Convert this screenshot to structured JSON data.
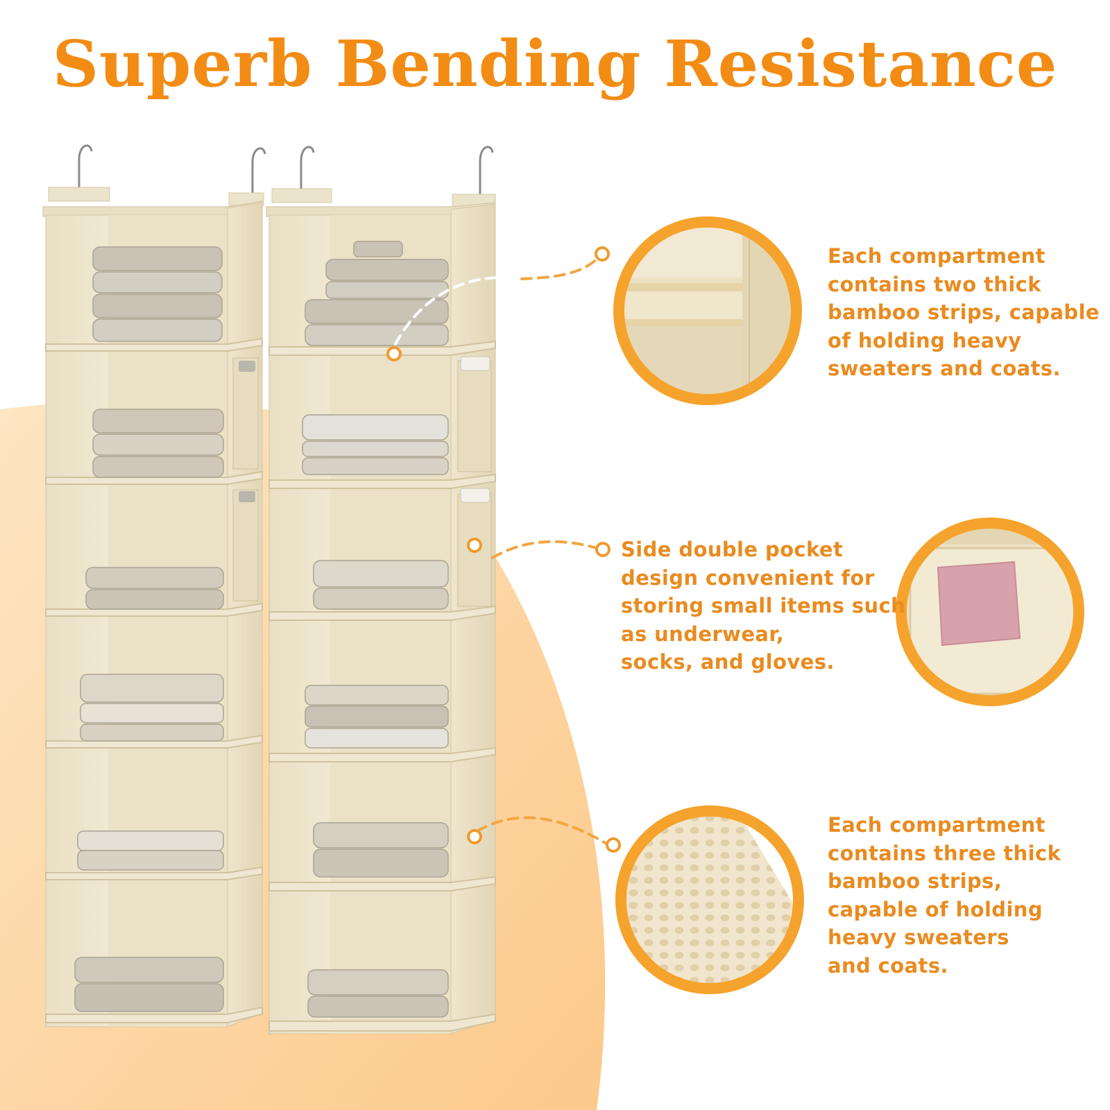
{
  "headline": "Superb Bending Resistance",
  "colors": {
    "accent": "#f28c14",
    "text_orange": "#e98b1f",
    "peach_background": "#fdd9a8",
    "organizer_beige": "#efe6cf"
  },
  "callouts": [
    {
      "lines": [
        "Each compartment",
        "contains two thick",
        "bamboo strips, capable",
        "of holding heavy",
        "sweaters and coats."
      ]
    },
    {
      "lines": [
        "Side double pocket",
        "design convenient for",
        "storing small items such",
        "as underwear,",
        "socks, and gloves."
      ]
    },
    {
      "lines": [
        "Each compartment",
        "contains three thick",
        "bamboo strips,",
        "capable of holding",
        "heavy sweaters",
        "and coats."
      ]
    }
  ],
  "product": {
    "organizers": [
      {
        "name": "left-organizer",
        "shelves": 6
      },
      {
        "name": "right-organizer",
        "shelves": 6
      }
    ],
    "hook_icon": "hanger-hook-icon"
  }
}
